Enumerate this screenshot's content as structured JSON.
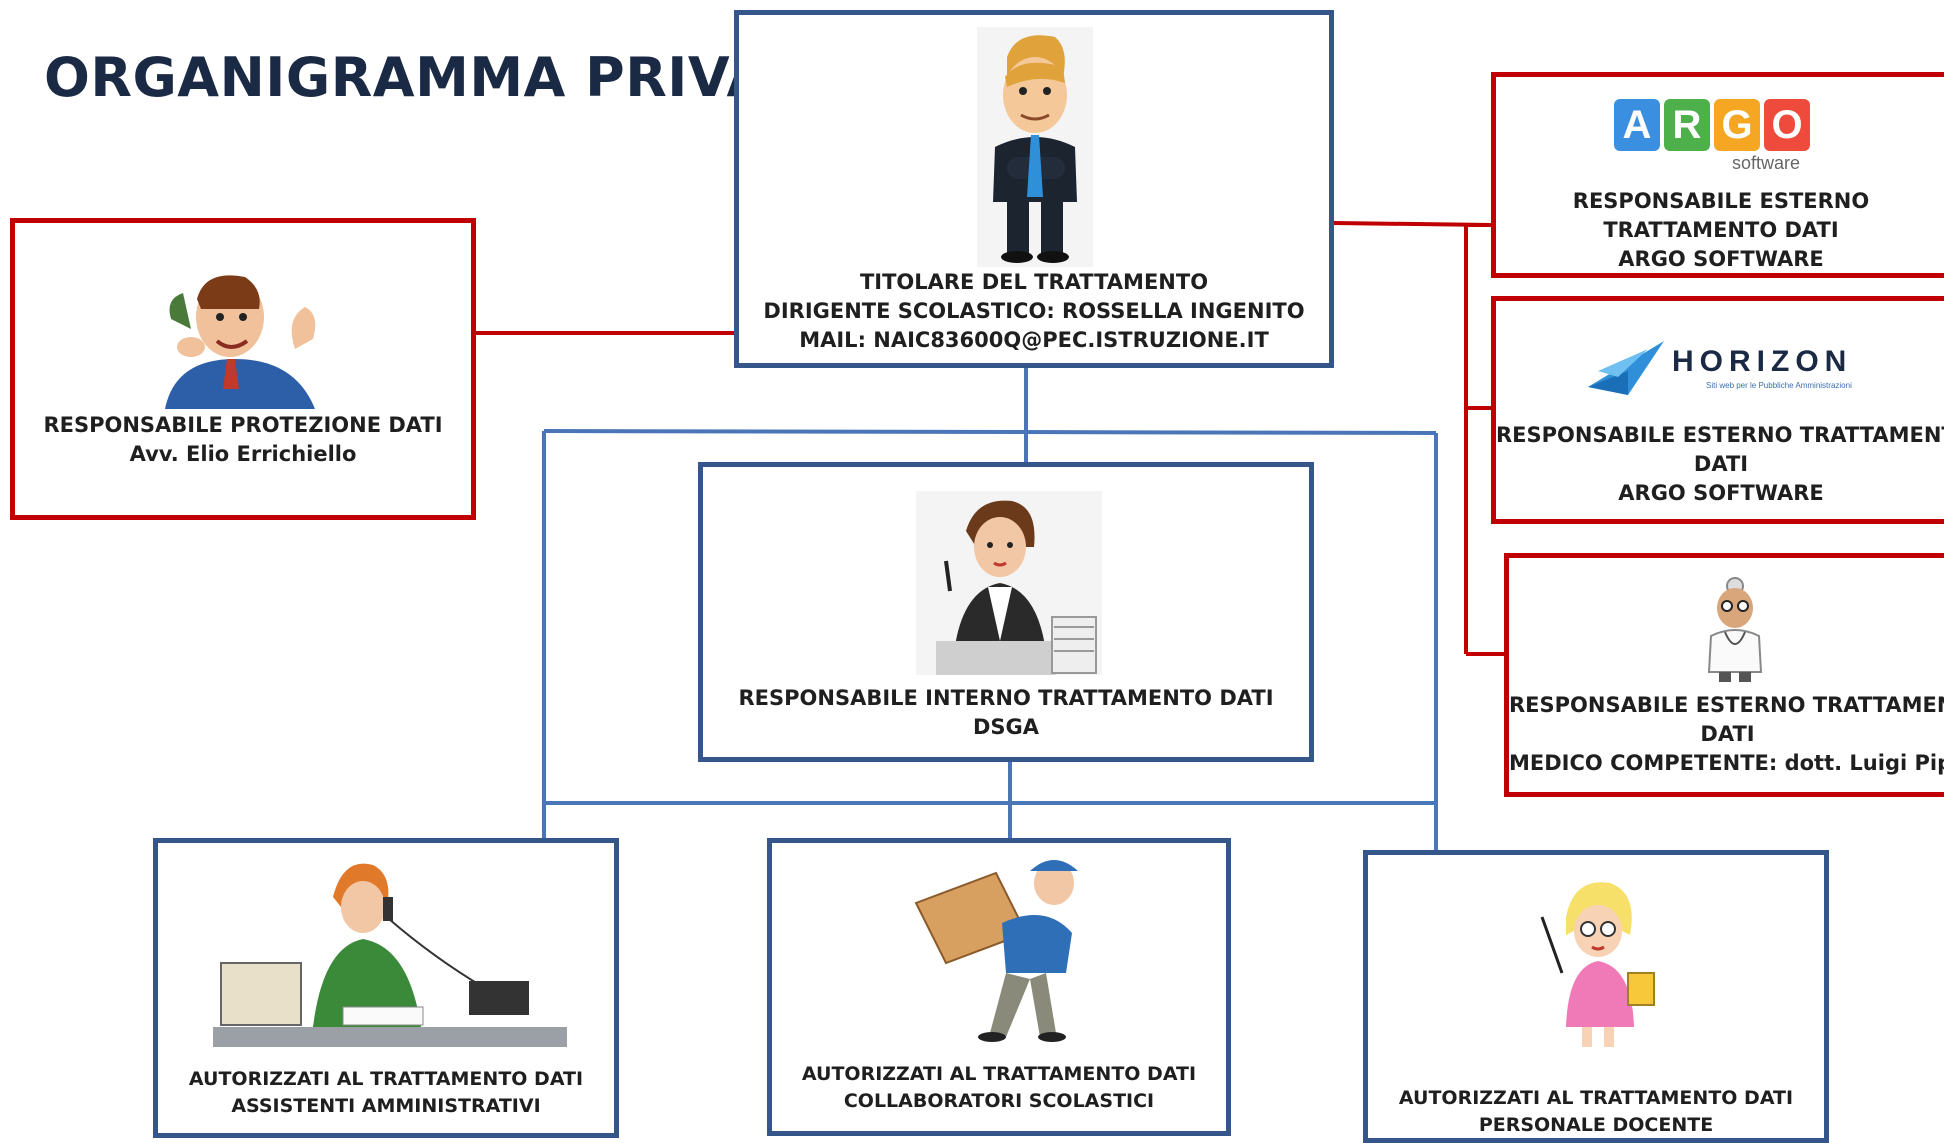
{
  "title": "ORGANIGRAMMA PRIVACY",
  "colors": {
    "internal_border": "#34568b",
    "external_border": "#c00000",
    "title": "#1b2a44"
  },
  "titolare": {
    "icon": "businessman-arms-crossed-icon",
    "lines": [
      "TITOLARE DEL TRATTAMENTO",
      "DIRIGENTE SCOLASTICO: ROSSELLA INGENITO",
      "MAIL: NAIC83600Q@PEC.ISTRUZIONE.IT"
    ]
  },
  "rpd": {
    "icon": "man-on-telephone-icon",
    "lines": [
      "RESPONSABILE PROTEZIONE DATI",
      "Avv. Elio Errichiello"
    ]
  },
  "argo": {
    "logo_letters": [
      "A",
      "R",
      "G",
      "O"
    ],
    "logo_sub": "software",
    "lines": [
      "RESPONSABILE ESTERNO",
      "TRATTAMENTO DATI",
      "ARGO SOFTWARE"
    ]
  },
  "horizon": {
    "logo_text": "HORIZON",
    "logo_sub": "Siti web per le Pubbliche Amministrazioni",
    "lines": [
      "RESPONSABILE ESTERNO TRATTAMENTO",
      "DATI",
      "ARGO SOFTWARE"
    ]
  },
  "medico": {
    "icon": "doctor-icon",
    "lines": [
      "RESPONSABILE ESTERNO TRATTAMENTO",
      "DATI",
      "MEDICO COMPETENTE: dott. Luigi Pipolo"
    ]
  },
  "dsga": {
    "icon": "woman-with-documents-icon",
    "lines": [
      "RESPONSABILE INTERNO TRATTAMENTO DATI",
      "DSGA"
    ]
  },
  "assistenti": {
    "icon": "receptionist-on-phone-icon",
    "lines": [
      "AUTORIZZATI AL TRATTAMENTO DATI",
      "ASSISTENTI AMMINISTRATIVI"
    ]
  },
  "collaboratori": {
    "icon": "worker-carrying-box-icon",
    "lines": [
      "AUTORIZZATI AL TRATTAMENTO DATI",
      "COLLABORATORI SCOLASTICI"
    ]
  },
  "docenti": {
    "icon": "teacher-with-pointer-icon",
    "lines": [
      "AUTORIZZATI AL TRATTAMENTO DATI",
      "PERSONALE DOCENTE"
    ]
  }
}
